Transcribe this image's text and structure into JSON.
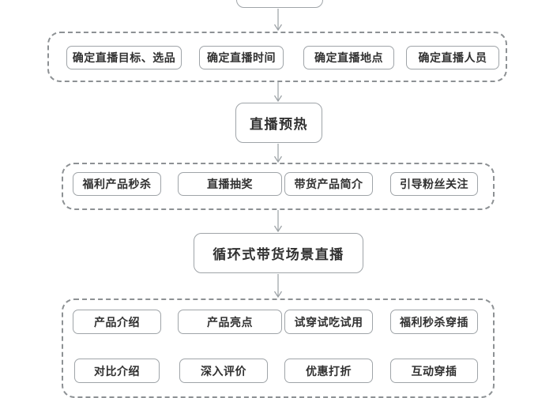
{
  "colors": {
    "box_border": "#9fa4a8",
    "dashed_border": "#8d9194",
    "arrow": "#9aa0a4",
    "text": "#303030",
    "background": "#ffffff"
  },
  "flowchart": {
    "planning_group": {
      "items": [
        "确定直播目标、选品",
        "确定直播时间",
        "确定直播地点",
        "确定直播人员"
      ]
    },
    "warmup_stage": {
      "title": "直播预热",
      "items": [
        "福利产品秒杀",
        "直播抽奖",
        "带货产品简介",
        "引导粉丝关注"
      ]
    },
    "live_stage": {
      "title": "循环式带货场景直播",
      "items_row1": [
        "产品介绍",
        "产品亮点",
        "试穿试吃试用",
        "福利秒杀穿插"
      ],
      "items_row2": [
        "对比介绍",
        "深入评价",
        "优惠打折",
        "互动穿插"
      ]
    }
  }
}
